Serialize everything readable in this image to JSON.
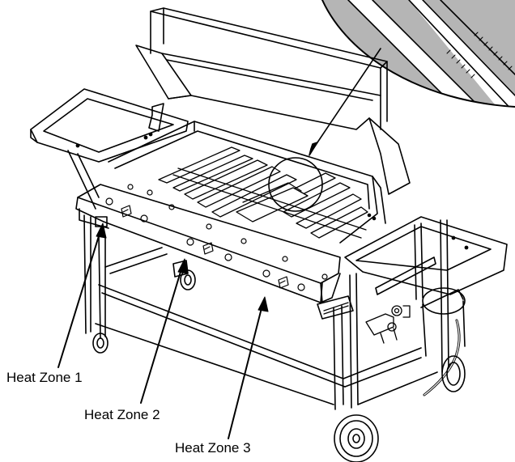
{
  "labels": {
    "zone1": "Heat Zone 1",
    "zone2": "Heat Zone 2",
    "zone3": "Heat Zone 3"
  },
  "colors": {
    "ink": "#000000",
    "paper": "#ffffff",
    "inset_shade": "#b5b5b5"
  }
}
